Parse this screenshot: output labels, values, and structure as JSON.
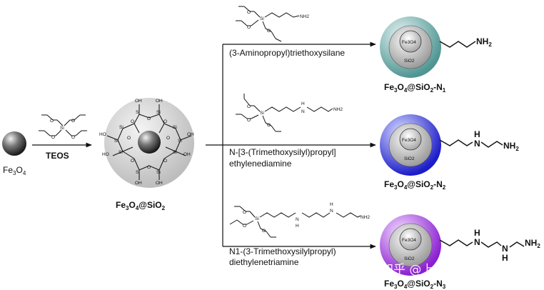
{
  "core": {
    "label": "Fe3O4",
    "label_main": "Fe",
    "sub1": "3",
    "mid": "O",
    "sub2": "4"
  },
  "step1": {
    "reagent": "TEOS"
  },
  "silica": {
    "label_pre": "Fe",
    "sub1": "3",
    "mid": "O",
    "sub2": "4",
    "rest": "@SiO",
    "sub3": "2",
    "atoms": {
      "oh": "OH",
      "ho": "HO",
      "si": "Si",
      "o": "O"
    }
  },
  "reagents": [
    {
      "line1": "(3-Aminopropyl)triethoxysilane",
      "line2": ""
    },
    {
      "line1": "N-[3-(Trimethoxysilyl)propyl]",
      "line2": "ethylenediamine"
    },
    {
      "line1": "N1-(3-Trimethoxysilylpropyl)",
      "line2": "diethylenetriamine"
    }
  ],
  "reagent_atoms": {
    "si": "Si",
    "o": "O",
    "nh2": "NH2",
    "n": "N",
    "h": "H"
  },
  "products": [
    {
      "name_pre": "Fe",
      "s1": "3",
      "o": "O",
      "s2": "4",
      "mid": "@SiO",
      "s3": "2",
      "suffix": "-N",
      "s4": "1",
      "core_text": "Fe3O4",
      "shell_text": "SiO2",
      "color": "#5aa8a4"
    },
    {
      "name_pre": "Fe",
      "s1": "3",
      "o": "O",
      "s2": "4",
      "mid": "@SiO",
      "s3": "2",
      "suffix": "-N",
      "s4": "2",
      "core_text": "Fe3O4",
      "shell_text": "SiO2",
      "color": "#2a2ad0"
    },
    {
      "name_pre": "Fe",
      "s1": "3",
      "o": "O",
      "s2": "4",
      "mid": "@SiO",
      "s3": "2",
      "suffix": "-N",
      "s4": "3",
      "core_text": "Fe3O4",
      "shell_text": "SiO2",
      "color": "#9a2fd8"
    }
  ],
  "product_atoms": {
    "nh2": "NH",
    "nh2_sub": "2",
    "h": "H",
    "n": "N"
  },
  "watermark": "知乎 @上海领骏生物"
}
